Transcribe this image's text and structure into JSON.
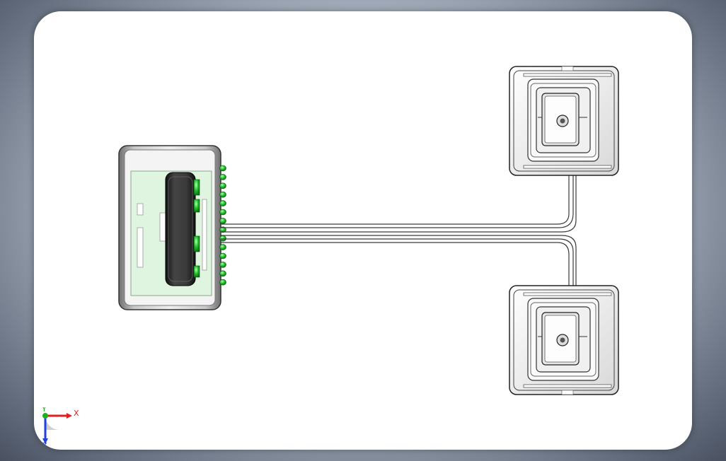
{
  "viewport": {
    "background_color": "#ffffff",
    "frame_gradient": [
      "#e8ecf2",
      "#4a5262"
    ]
  },
  "triad": {
    "x_label": "X",
    "y_label": "Y",
    "z_label": "Z",
    "x_color": "#e02020",
    "y_color": "#20b020",
    "z_color": "#2040e0"
  },
  "model": {
    "controller_icon": "controller-module-icon",
    "sensor_icon": "sensor-pad-icon",
    "cable_icon": "ribbon-cable-icon",
    "board_color": "#dff5df",
    "led_color": "#22c22a",
    "housing_color": "#9a9a9a",
    "chip_color": "#2a2a2a"
  }
}
